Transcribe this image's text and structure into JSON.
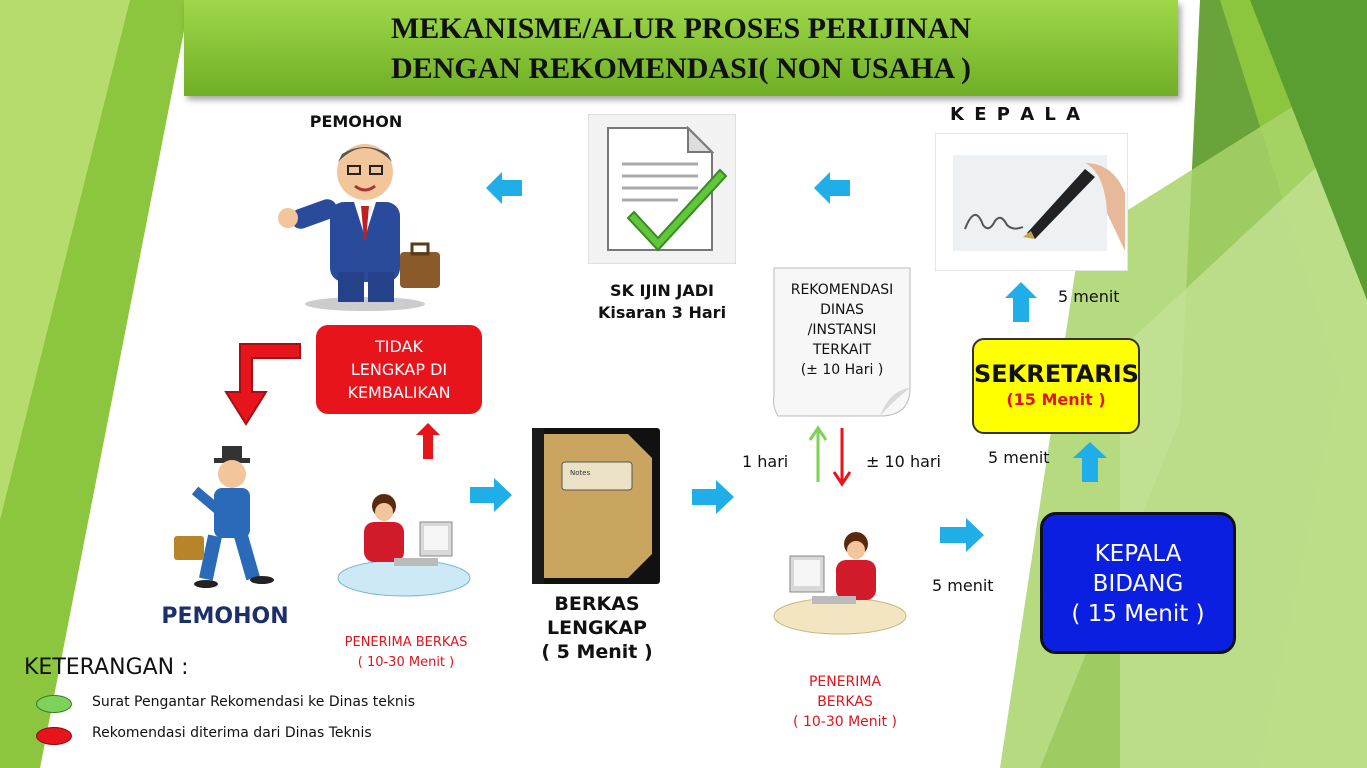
{
  "title": {
    "line1": "MEKANISME/ALUR PROSES PERIJINAN",
    "line2": "DENGAN REKOMENDASI( NON USAHA )"
  },
  "pemohon_top_label": "PEMOHON",
  "kepala_label": "K E P A L A",
  "sk": {
    "line1": "SK  IJIN  JADI",
    "line2": "Kisaran 3 Hari"
  },
  "rekomendasi": {
    "lines": [
      "REKOMENDASI",
      "DINAS",
      "/INSTANSI",
      "TERKAIT",
      "(± 10 Hari )"
    ]
  },
  "tidak_lengkap": {
    "lines": [
      "TIDAK",
      "LENGKAP DI",
      "KEMBALIKAN"
    ]
  },
  "sekretaris": {
    "name": "SEKRETARIS",
    "time": "(15 Menit )"
  },
  "kepala_bidang": {
    "lines": [
      "KEPALA",
      "BIDANG",
      "( 15 Menit )"
    ]
  },
  "berkas_lengkap": {
    "lines": [
      "BERKAS",
      "LENGKAP",
      "( 5 Menit )"
    ]
  },
  "pemohon_bottom_label": "PEMOHON",
  "penerima1": {
    "line1": "PENERIMA BERKAS",
    "line2": "( 10-30 Menit )"
  },
  "penerima2": {
    "lines": [
      "PENERIMA",
      "BERKAS",
      "( 10-30 Menit )"
    ]
  },
  "times": {
    "menit_kepala": "5 menit",
    "menit_sekretaris": "5 menit",
    "menit_bidang": "5 menit",
    "hari_1": "1 hari",
    "hari_10": "± 10 hari"
  },
  "notebook_label": "Notes",
  "legend": {
    "heading": "KETERANGAN :",
    "items": [
      {
        "color": "#7dd35a",
        "text": "Surat Pengantar Rekomendasi ke Dinas teknis"
      },
      {
        "color": "#e8141c",
        "text": "Rekomendasi diterima dari Dinas Teknis"
      }
    ]
  },
  "colors": {
    "accent_green": "#8cc63f",
    "arrow_blue": "#1faee8",
    "alert_red": "#e8141c",
    "sekretaris_yellow": "#ffff00",
    "bidang_blue": "#0a1fe0"
  }
}
